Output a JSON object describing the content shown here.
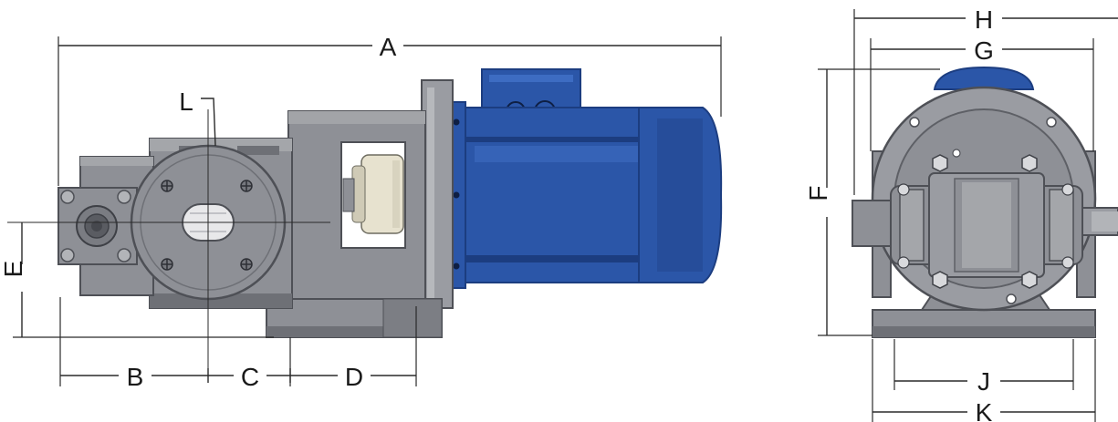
{
  "dimensions": {
    "A": "A",
    "B": "B",
    "C": "C",
    "D": "D",
    "E": "E",
    "F": "F",
    "G": "G",
    "H": "H",
    "J": "J",
    "K": "K",
    "L": "L"
  },
  "colors": {
    "motor_blue": "#2b56a8",
    "motor_blue_dark": "#1c3d80",
    "motor_blue_light": "#3d6cc2",
    "pump_gray": "#8e9096",
    "pump_gray_dark": "#5e6066",
    "pump_gray_light": "#b2b4b8",
    "coupling_cream": "#e7e2cf",
    "line_color": "#2a2a2a"
  }
}
